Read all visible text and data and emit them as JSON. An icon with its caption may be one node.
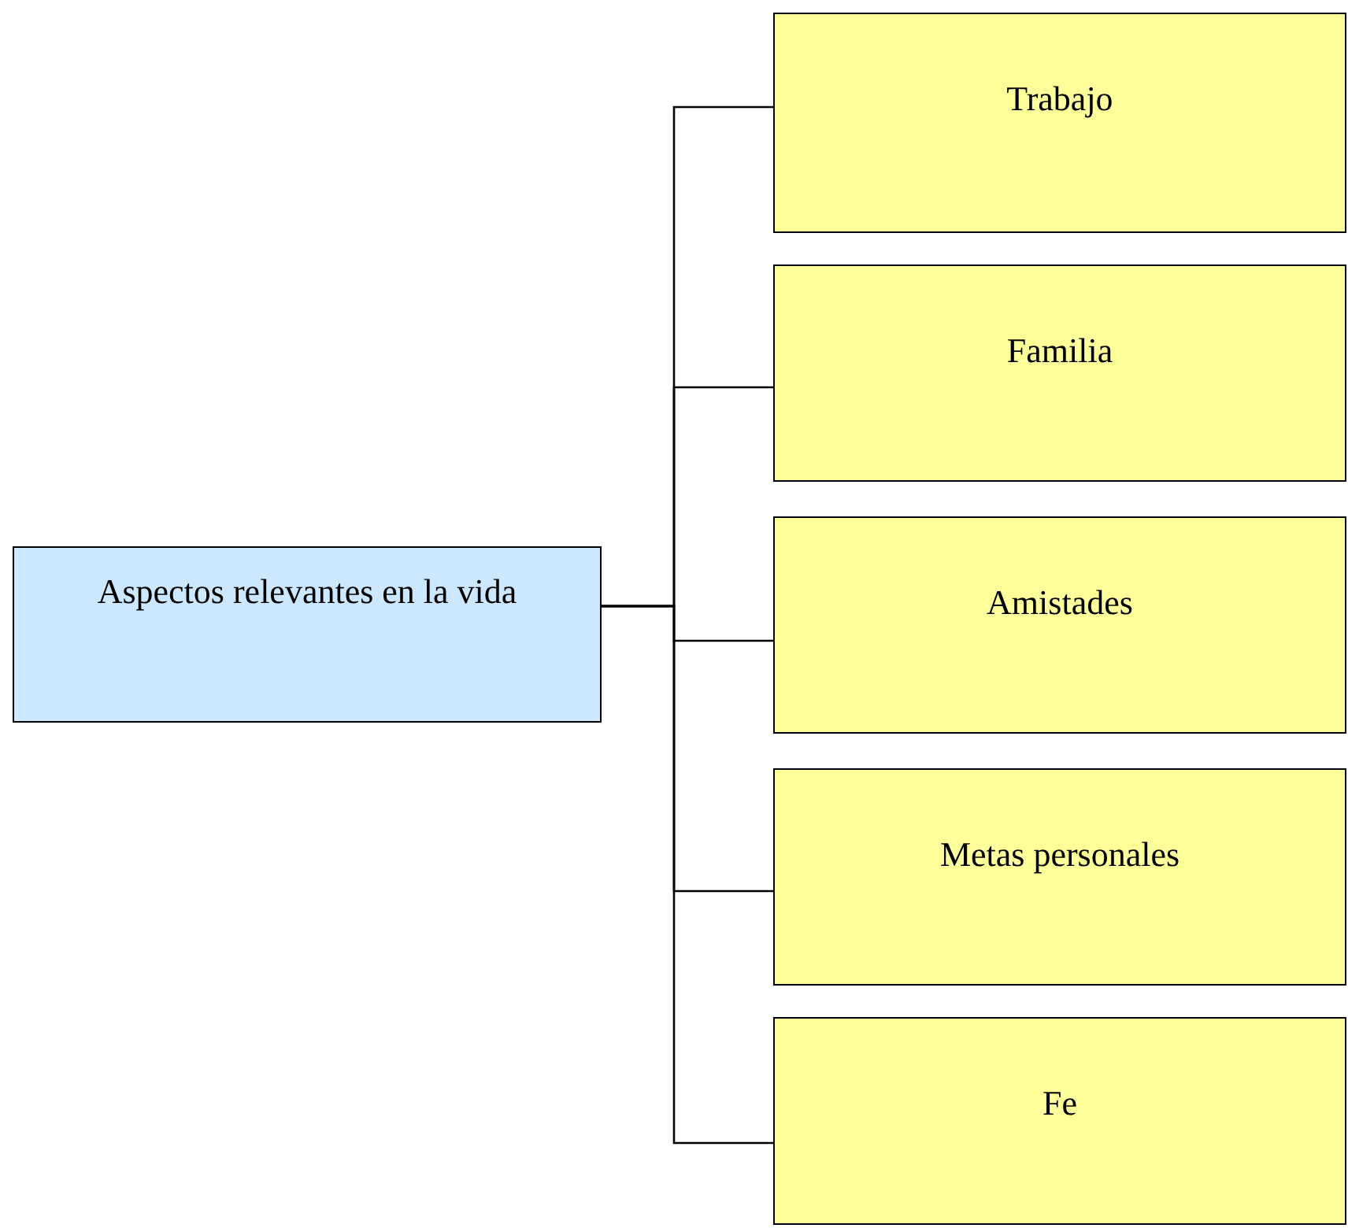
{
  "diagram": {
    "nodes": [
      {
        "text": [
          "Aspectos relevantes en la vida"
        ]
      },
      {
        "text": [
          "Trabajo"
        ]
      },
      {
        "text": [
          "Familia"
        ]
      },
      {
        "text": [
          "Amistades"
        ]
      },
      {
        "text": [
          "Metas personales"
        ]
      },
      {
        "text": [
          "Fe"
        ]
      }
    ],
    "edges": [
      {
        "from": 0,
        "to": 1,
        "arrow": "none"
      },
      {
        "from": 0,
        "to": 2,
        "arrow": "none"
      },
      {
        "from": 0,
        "to": 3,
        "arrow": "none"
      },
      {
        "from": 0,
        "to": 4,
        "arrow": "none"
      },
      {
        "from": 0,
        "to": 5,
        "arrow": "none"
      }
    ]
  }
}
